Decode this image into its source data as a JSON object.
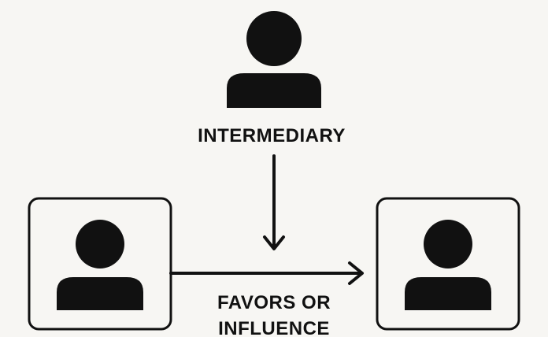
{
  "colors": {
    "background": "#f7f6f3",
    "ink": "#111111"
  },
  "nodes": {
    "intermediary": {
      "label": "INTERMEDIARY",
      "icon": "person-icon"
    },
    "left_person": {
      "icon": "person-icon"
    },
    "right_person": {
      "icon": "person-icon"
    }
  },
  "edges": {
    "intermediary_to_transfer": {
      "direction": "down"
    },
    "left_to_right": {
      "direction": "right",
      "label_line1": "FAVORS OR",
      "label_line2": "INFLUENCE"
    }
  }
}
